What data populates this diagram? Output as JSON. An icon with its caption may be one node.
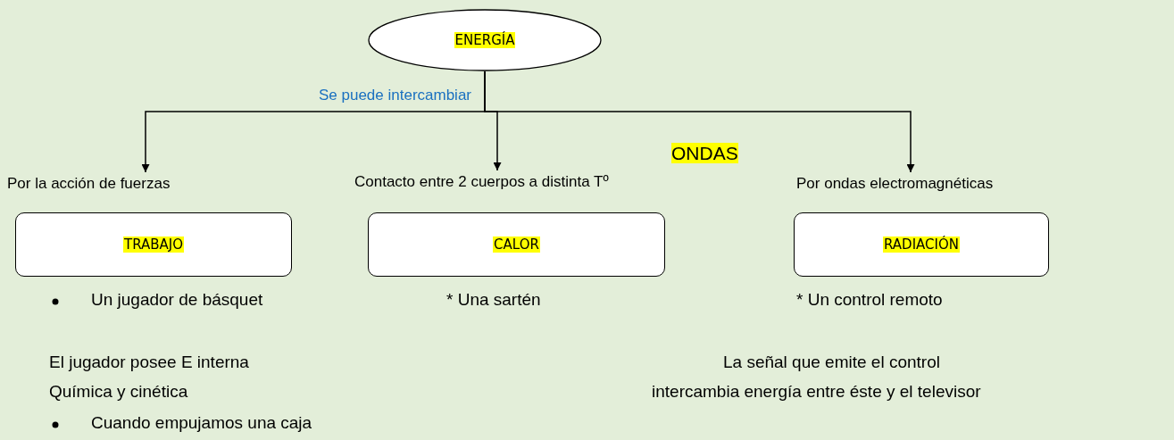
{
  "diagram": {
    "nodes": [
      {
        "text": [
          "ENERGÍA"
        ]
      },
      {
        "text": [
          "Por la acción de fuerzas"
        ]
      },
      {
        "text": [
          "Contacto entre 2 cuerpos a distinta Tº"
        ]
      },
      {
        "text": [
          "Por ondas electromagnéticas"
        ]
      },
      {
        "text": [
          "TRABAJO"
        ]
      },
      {
        "text": [
          "CALOR"
        ]
      },
      {
        "text": [
          "RADIACIÓN"
        ]
      }
    ],
    "edges": [
      {
        "from": 0,
        "to": 1,
        "arrow": "to"
      },
      {
        "from": 0,
        "to": 2,
        "arrow": "to"
      },
      {
        "from": 0,
        "to": 3,
        "arrow": "to"
      }
    ],
    "labels": [
      "Se puede intercambiar",
      "ONDAS",
      "Un jugador de básquet",
      "* Una sartén",
      "* Un control remoto",
      "El jugador posee E interna",
      "Química y cinética",
      "La señal que emite el control",
      "intercambia energía entre éste y el televisor",
      "Cuando empujamos una caja"
    ]
  }
}
